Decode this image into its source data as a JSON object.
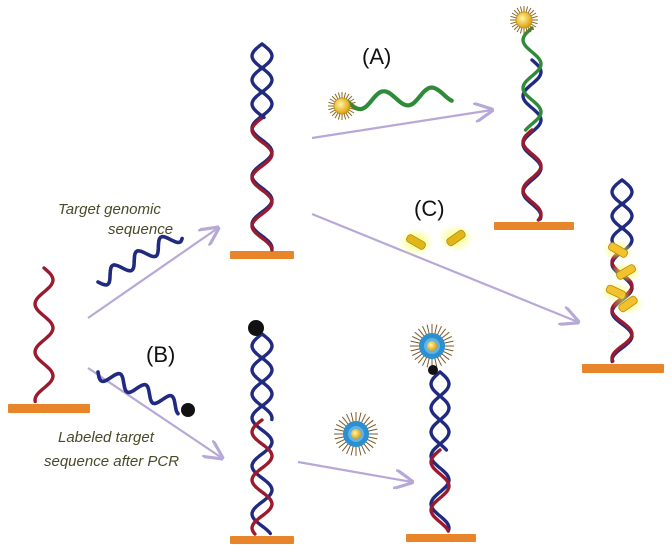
{
  "panel_labels": {
    "a": "(A)",
    "b": "(B)",
    "c": "(C)"
  },
  "text": {
    "target_line1": "Target genomic",
    "target_line2": "sequence",
    "labeled_line1": "Labeled target",
    "labeled_line2": "sequence after PCR"
  },
  "colors": {
    "strand_red": "#9b1b2e",
    "strand_blue": "#1f2a80",
    "strand_green": "#2f8a3a",
    "surface": "#e8842a",
    "arrow": "#b7a8d8",
    "gold": "#f2c12e",
    "gold_glow": "#eef25a",
    "quantum_dot": "#2b8fd0",
    "label_dot": "#111111"
  },
  "icons": [
    "nanoparticle-icon",
    "quantum-dot-icon",
    "gold-nanorod-icon",
    "label-dot-icon"
  ]
}
